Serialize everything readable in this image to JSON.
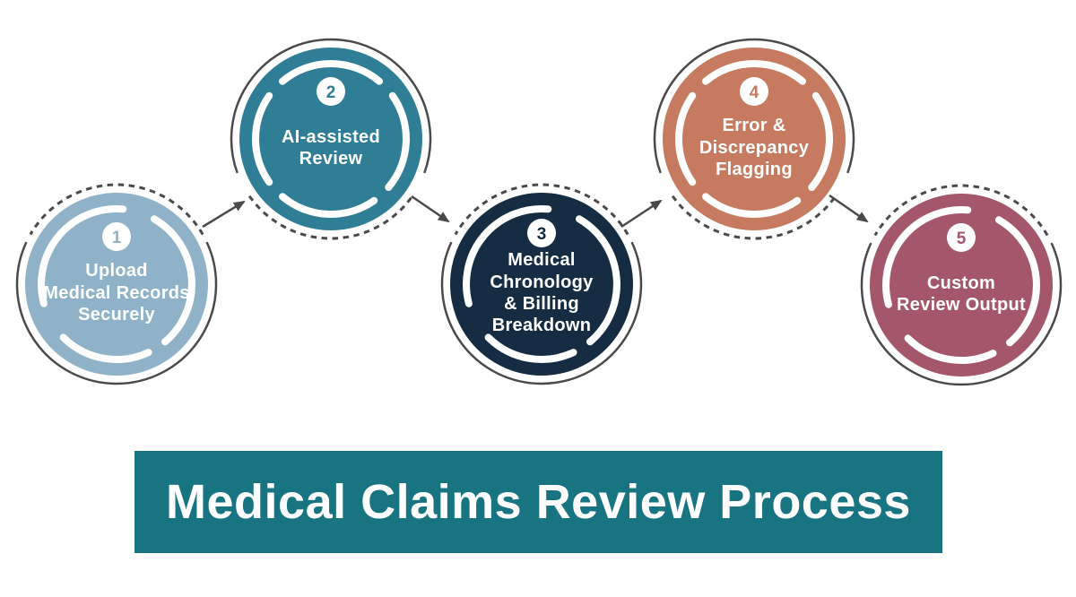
{
  "banner": {
    "text": "Medical Claims Review Process",
    "background_color": "#187480",
    "text_color": "#FFFFFF"
  },
  "diagram": {
    "colors": {
      "background": "#FFFFFF",
      "ring_and_arrows": "#4A4A4A",
      "badge_background": "#FFFFFF",
      "label_text": "#FFFFFF"
    }
  },
  "steps": [
    {
      "number": "1",
      "label": "Upload\nMedical Records\nSecurely",
      "color": "#8FB2C8"
    },
    {
      "number": "2",
      "label": "AI-assisted\nReview",
      "color": "#2F7E96"
    },
    {
      "number": "3",
      "label": "Medical\nChronology\n& Billing\nBreakdown",
      "color": "#152C42"
    },
    {
      "number": "4",
      "label": "Error &\nDiscrepancy\nFlagging",
      "color": "#C67B60"
    },
    {
      "number": "5",
      "label": "Custom\nReview Output",
      "color": "#A4566B"
    }
  ]
}
